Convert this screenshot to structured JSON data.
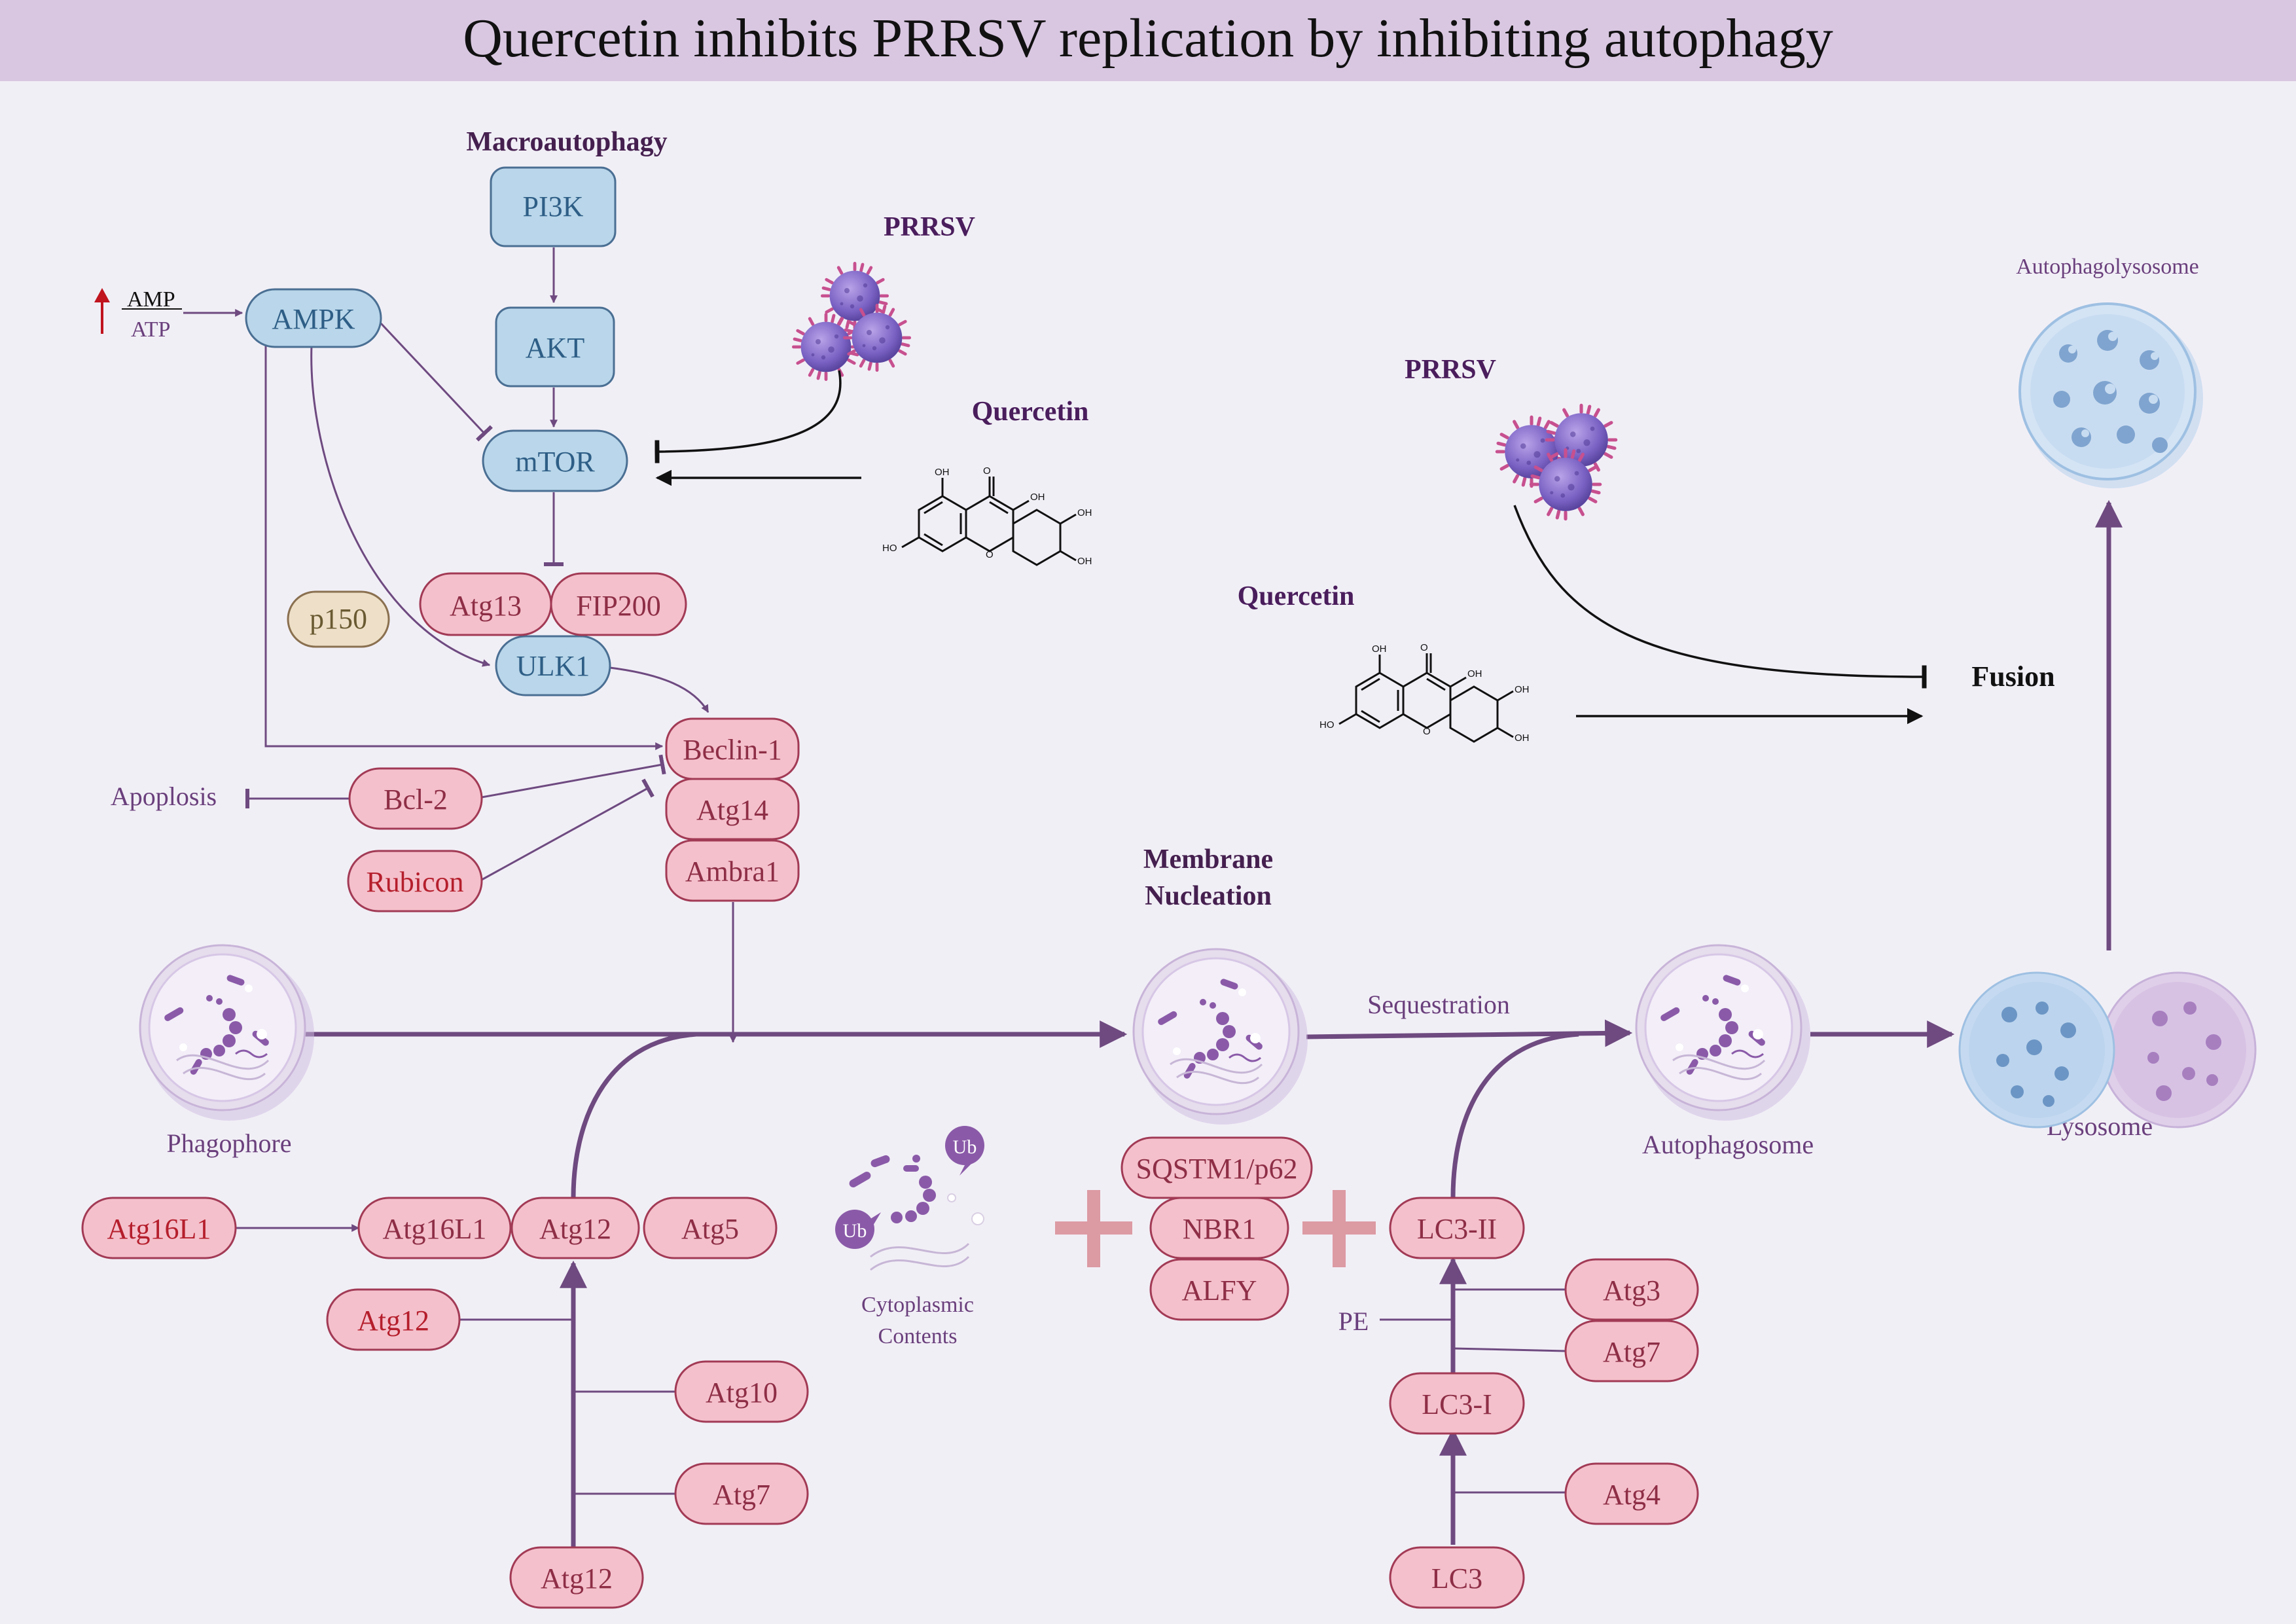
{
  "title": "Quercetin inhibits PRRSV replication by inhibiting autophagy",
  "colors": {
    "title_band": "#d9c7e1",
    "background": "#f1eff6",
    "blue_fill": "#b9d6ea",
    "pink_fill": "#f4c0cb",
    "tan_fill": "#eee0c8",
    "arrow": "#6e4a80",
    "inhibitor_black": "#111111",
    "up_arrow_red": "#c0141e"
  },
  "labels": {
    "macroautophagy": "Macroautophagy",
    "prrsv_top": "PRRSV",
    "quercetin_top": "Quercetin",
    "prrsv_right": "PRRSV",
    "quercetin_right": "Quercetin",
    "amp": "AMP",
    "atp": "ATP",
    "apoplosis": "Apoplosis",
    "membrane_nucleation_1": "Membrane",
    "membrane_nucleation_2": "Nucleation",
    "sequestration": "Sequestration",
    "fusion": "Fusion",
    "autophagolysosome": "Autophagolysosome",
    "phagophore": "Phagophore",
    "autophagosome": "Autophagosome",
    "lysosome": "Lysosome",
    "cytoplasmic_1": "Cytoplasmic",
    "cytoplasmic_2": "Contents",
    "ub": "Ub",
    "pe": "PE"
  },
  "chem_labels": {
    "oh": "OH",
    "ho": "HO",
    "o": "O"
  },
  "nodes": {
    "pi3k": "PI3K",
    "akt": "AKT",
    "mtor": "mTOR",
    "ampk": "AMPK",
    "ulk1": "ULK1",
    "atg13": "Atg13",
    "fip200": "FIP200",
    "p150": "p150",
    "beclin1": "Beclin-1",
    "atg14": "Atg14",
    "ambra1": "Ambra1",
    "bcl2": "Bcl-2",
    "rubicon": "Rubicon",
    "atg16l1_left": "Atg16L1",
    "atg16l1": "Atg16L1",
    "atg12_complex": "Atg12",
    "atg5": "Atg5",
    "atg12_mid": "Atg12",
    "atg10": "Atg10",
    "atg7_left": "Atg7",
    "atg12_bottom": "Atg12",
    "sqstm1": "SQSTM1/p62",
    "nbr1": "NBR1",
    "alfy": "ALFY",
    "lc3_ii": "LC3-II",
    "atg3": "Atg3",
    "atg7_right": "Atg7",
    "lc3_i": "LC3-I",
    "atg4": "Atg4",
    "lc3": "LC3"
  }
}
